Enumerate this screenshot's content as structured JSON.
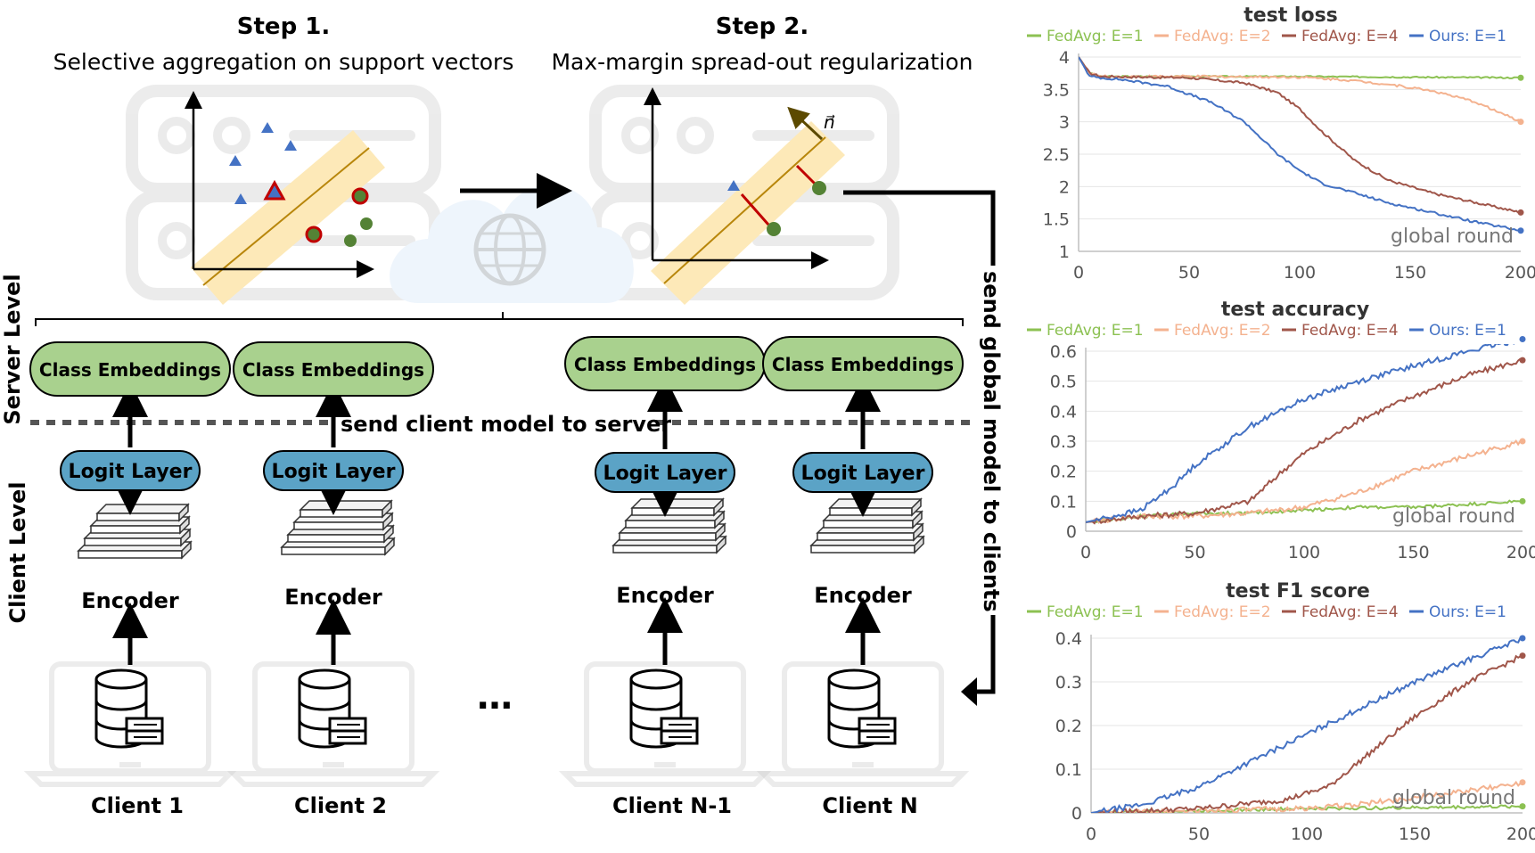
{
  "step1": {
    "title": "Step 1.",
    "subtitle": "Selective aggregation on support vectors"
  },
  "step2": {
    "title": "Step 2.",
    "subtitle": "Max-margin spread-out regularization",
    "vector_label": "n⃗"
  },
  "levels": {
    "server": "Server Level",
    "client": "Client Level"
  },
  "labels": {
    "class_embeddings": "Class Embeddings",
    "logit_layer": "Logit Layer",
    "encoder": "Encoder",
    "send_client": "send client model to server",
    "send_global": "send global model to clients",
    "ellipsis": "…"
  },
  "clients": [
    "Client 1",
    "Client 2",
    "Client N-1",
    "Client N"
  ],
  "colors": {
    "fedavg_e1": "#8cc152",
    "fedavg_e2": "#f4b28f",
    "fedavg_e4": "#a0564a",
    "ours": "#4472c4",
    "class_box": "#a9d18e",
    "logit_box": "#5ba3c6",
    "band": "#fde9b8",
    "band_line": "#b8860b",
    "triangle": "#4472c4",
    "circle": "#548235",
    "highlight": "#c00000"
  },
  "icons": [
    "server-rack-icon",
    "cloud-icon",
    "globe-icon",
    "laptop-icon",
    "database-icon",
    "encoder-stack-icon"
  ],
  "chart_data": [
    {
      "type": "line",
      "title": "test loss",
      "xlabel": "global round",
      "ylabel": "",
      "xlim": [
        0,
        200
      ],
      "ylim": [
        1,
        4
      ],
      "xticks": [
        0,
        50,
        100,
        150,
        200
      ],
      "yticks": [
        1,
        1.5,
        2,
        2.5,
        3,
        3.5,
        4
      ],
      "legend_position": "top",
      "grid": true,
      "series": [
        {
          "name": "FedAvg: E=1",
          "color": "#8cc152",
          "x": [
            0,
            5,
            10,
            50,
            100,
            150,
            200
          ],
          "y": [
            4.0,
            3.75,
            3.7,
            3.7,
            3.7,
            3.69,
            3.68
          ]
        },
        {
          "name": "FedAvg: E=2",
          "color": "#f4b28f",
          "x": [
            0,
            5,
            10,
            50,
            100,
            120,
            140,
            160,
            180,
            200
          ],
          "y": [
            4.0,
            3.75,
            3.7,
            3.7,
            3.69,
            3.65,
            3.58,
            3.48,
            3.3,
            3.0
          ]
        },
        {
          "name": "FedAvg: E=4",
          "color": "#a0564a",
          "x": [
            0,
            5,
            10,
            50,
            75,
            90,
            100,
            110,
            125,
            140,
            160,
            180,
            200
          ],
          "y": [
            4.0,
            3.75,
            3.7,
            3.68,
            3.6,
            3.45,
            3.2,
            2.85,
            2.4,
            2.1,
            1.9,
            1.75,
            1.6
          ]
        },
        {
          "name": "Ours: E=1",
          "color": "#4472c4",
          "x": [
            0,
            5,
            10,
            20,
            40,
            60,
            75,
            90,
            100,
            110,
            125,
            140,
            160,
            180,
            200
          ],
          "y": [
            4.0,
            3.7,
            3.68,
            3.65,
            3.55,
            3.3,
            3.0,
            2.5,
            2.25,
            2.05,
            1.9,
            1.75,
            1.6,
            1.45,
            1.32
          ]
        }
      ]
    },
    {
      "type": "line",
      "title": "test accuracy",
      "xlabel": "global round",
      "ylabel": "",
      "xlim": [
        0,
        200
      ],
      "ylim": [
        0,
        0.6
      ],
      "xticks": [
        0,
        50,
        100,
        150,
        200
      ],
      "yticks": [
        0,
        0.1,
        0.2,
        0.3,
        0.4,
        0.5,
        0.6
      ],
      "legend_position": "top",
      "grid": true,
      "series": [
        {
          "name": "FedAvg: E=1",
          "color": "#8cc152",
          "x": [
            0,
            25,
            50,
            75,
            100,
            125,
            150,
            175,
            200
          ],
          "y": [
            0.03,
            0.05,
            0.06,
            0.06,
            0.07,
            0.08,
            0.08,
            0.09,
            0.1
          ]
        },
        {
          "name": "FedAvg: E=2",
          "color": "#f4b28f",
          "x": [
            0,
            25,
            50,
            75,
            100,
            125,
            150,
            175,
            200
          ],
          "y": [
            0.03,
            0.05,
            0.05,
            0.06,
            0.08,
            0.13,
            0.2,
            0.25,
            0.3
          ]
        },
        {
          "name": "FedAvg: E=4",
          "color": "#a0564a",
          "x": [
            0,
            25,
            50,
            75,
            90,
            100,
            125,
            150,
            175,
            200
          ],
          "y": [
            0.03,
            0.05,
            0.06,
            0.1,
            0.2,
            0.26,
            0.37,
            0.45,
            0.52,
            0.57
          ]
        },
        {
          "name": "Ours: E=1",
          "color": "#4472c4",
          "x": [
            0,
            25,
            40,
            50,
            75,
            100,
            125,
            150,
            175,
            200
          ],
          "y": [
            0.03,
            0.07,
            0.15,
            0.22,
            0.35,
            0.44,
            0.5,
            0.55,
            0.6,
            0.64
          ]
        }
      ]
    },
    {
      "type": "line",
      "title": "test F1 score",
      "xlabel": "global round",
      "ylabel": "",
      "xlim": [
        0,
        200
      ],
      "ylim": [
        0,
        0.4
      ],
      "xticks": [
        0,
        50,
        100,
        150,
        200
      ],
      "yticks": [
        0,
        0.1,
        0.2,
        0.3,
        0.4
      ],
      "legend_position": "top",
      "grid": true,
      "series": [
        {
          "name": "FedAvg: E=1",
          "color": "#8cc152",
          "x": [
            0,
            50,
            100,
            150,
            200
          ],
          "y": [
            0.0,
            0.005,
            0.01,
            0.012,
            0.015
          ]
        },
        {
          "name": "FedAvg: E=2",
          "color": "#f4b28f",
          "x": [
            0,
            50,
            100,
            125,
            150,
            175,
            200
          ],
          "y": [
            0.0,
            0.005,
            0.01,
            0.02,
            0.035,
            0.05,
            0.07
          ]
        },
        {
          "name": "FedAvg: E=4",
          "color": "#a0564a",
          "x": [
            0,
            50,
            90,
            110,
            125,
            150,
            175,
            200
          ],
          "y": [
            0.0,
            0.01,
            0.03,
            0.06,
            0.12,
            0.22,
            0.3,
            0.36
          ]
        },
        {
          "name": "Ours: E=1",
          "color": "#4472c4",
          "x": [
            0,
            25,
            50,
            75,
            100,
            125,
            150,
            175,
            200
          ],
          "y": [
            0.0,
            0.02,
            0.06,
            0.12,
            0.18,
            0.24,
            0.3,
            0.35,
            0.4
          ]
        }
      ]
    }
  ]
}
